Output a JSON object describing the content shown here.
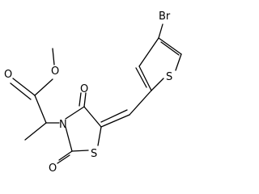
{
  "atom_labels": {
    "bromine": "Br",
    "ester_carbonyl_oxygen": "O",
    "ester_ether_oxygen": "O",
    "ring_nitrogen": "N",
    "ring_c4_oxygen": "O",
    "ring_c2_oxygen": "O",
    "thiazolidine_sulfur": "S",
    "thiophene_sulfur": "S"
  },
  "colors": {
    "bond": "#000000",
    "label": "#000000",
    "background": "#ffffff"
  }
}
